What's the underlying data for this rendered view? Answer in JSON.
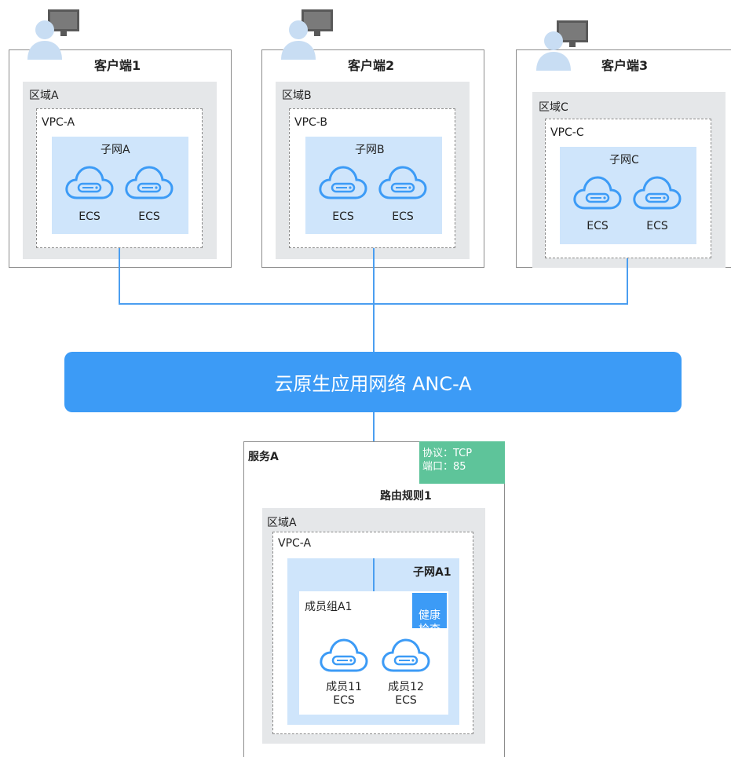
{
  "clients": [
    {
      "label": "客户端1",
      "region": "区域A",
      "vpc": "VPC-A",
      "subnet": "子网A",
      "ecs": [
        "ECS",
        "ECS"
      ]
    },
    {
      "label": "客户端2",
      "region": "区域B",
      "vpc": "VPC-B",
      "subnet": "子网B",
      "ecs": [
        "ECS",
        "ECS"
      ]
    },
    {
      "label": "客户端3",
      "region": "区域C",
      "vpc": "VPC-C",
      "subnet": "子网C",
      "ecs": [
        "ECS",
        "ECS"
      ]
    }
  ],
  "anc": {
    "label": "云原生应用网络 ANC-A"
  },
  "service": {
    "label": "服务A",
    "protocol": "协议：TCP",
    "port": "端口：85",
    "route_rule": "路由规则1",
    "region": "区域A",
    "vpc": "VPC-A",
    "subnet": "子网A1",
    "member_group": "成员组A1",
    "health_check": "健康\n检查",
    "members": [
      {
        "name": "成员11",
        "type": "ECS"
      },
      {
        "name": "成员12",
        "type": "ECS"
      }
    ]
  },
  "colors": {
    "line": "#4b9ef0",
    "anc": "#3c9bf6",
    "protocol": "#5ec49a",
    "subnet": "#cfe5fb",
    "region": "#e5e7e9"
  }
}
